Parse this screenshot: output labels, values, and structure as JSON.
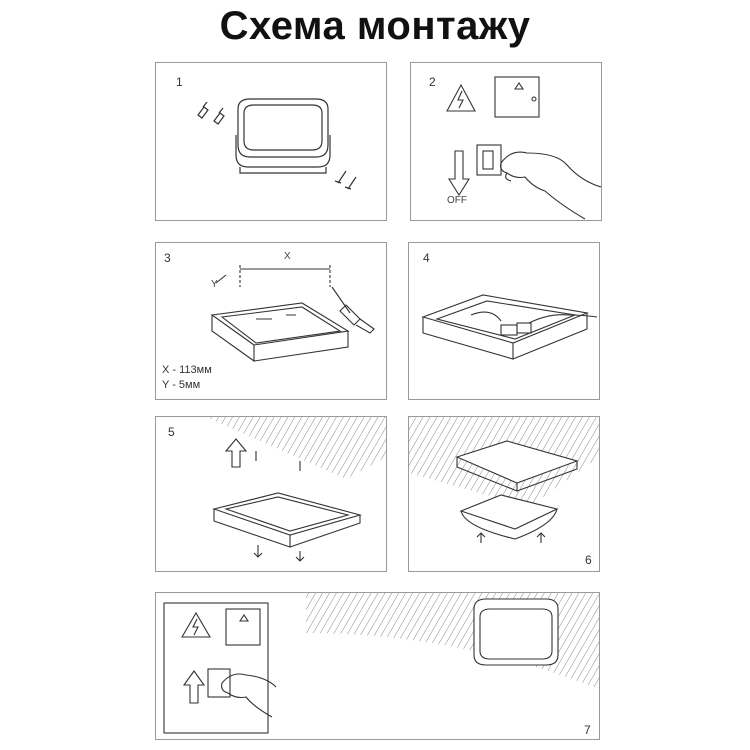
{
  "title": "Схема монтажу",
  "steps": [
    {
      "number": "1"
    },
    {
      "number": "2",
      "off_label": "OFF"
    },
    {
      "number": "3",
      "label_x": "X",
      "label_y": "Y",
      "x_value": "X - 113мм",
      "y_value": "Y - 5мм"
    },
    {
      "number": "4"
    },
    {
      "number": "5"
    },
    {
      "number": "6"
    },
    {
      "number": "7"
    }
  ]
}
